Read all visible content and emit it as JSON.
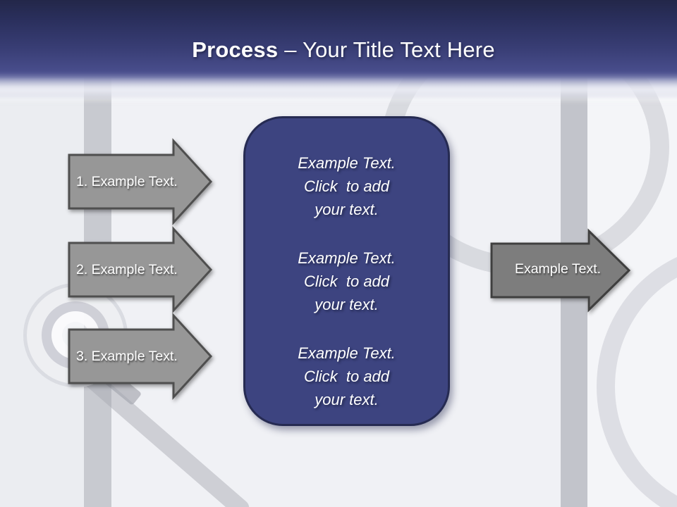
{
  "header": {
    "title_bold": "Process",
    "title_rest": "– Your Title Text Here"
  },
  "steps": [
    {
      "label": "1. Example Text."
    },
    {
      "label": "2. Example Text."
    },
    {
      "label": "3. Example Text."
    }
  ],
  "content_box": {
    "blocks": [
      {
        "line1": "Example Text.",
        "line2": "Click  to add",
        "line3": "your text."
      },
      {
        "line1": "Example Text.",
        "line2": "Click  to add",
        "line3": "your text."
      },
      {
        "line1": "Example Text.",
        "line2": "Click  to add",
        "line3": "your text."
      }
    ]
  },
  "output_arrow": {
    "label": "Example Text."
  },
  "colors": {
    "header_top": "#232749",
    "header_bottom": "#4c5292",
    "box_fill": "#3d4480",
    "box_border": "#262b52",
    "step_arrow_fill": "#979797",
    "step_arrow_border": "#4f4f4f",
    "output_arrow_fill": "#7d7d7d",
    "output_arrow_border": "#3f3f3f",
    "text": "#ffffff"
  }
}
